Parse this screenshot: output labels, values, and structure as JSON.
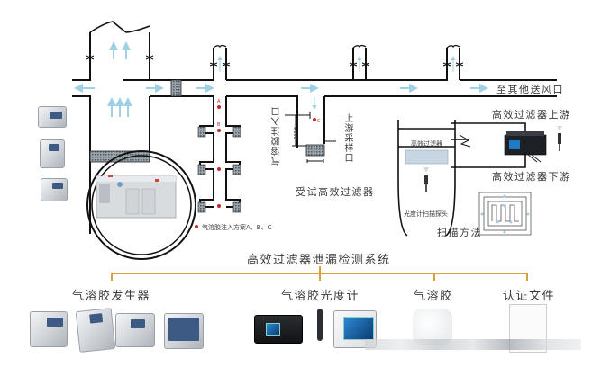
{
  "diagram": {
    "labels": {
      "to_other_outlets": "至其他送风口",
      "hepa_upstream": "高效过滤器上游",
      "hepa_downstream": "高效过滤器下游",
      "aerosol_injection_port": "气溶胶注入口",
      "upstream_sampling_port": "上游采样口",
      "filter_under_test": "受试高效过滤器",
      "injection_scheme_legend": "气溶胶注入方案A、B、C",
      "hepa_filter_box": "高效过滤器",
      "photometer_probe": "光度计扫描探头",
      "scan_method": "扫描方法",
      "dimension_label": "≥10D",
      "point_a": "A",
      "point_b": "B",
      "point_c": "C"
    },
    "colors": {
      "duct_line": "#111111",
      "airflow_arrow": "#9fd0e6",
      "filter_hatch": "#6b7880",
      "injection_point": "#c0282d",
      "tree_line": "#d9a13a"
    }
  },
  "system": {
    "title": "高效过滤器泄漏检测系统",
    "branches": [
      {
        "label": "气溶胶发生器"
      },
      {
        "label": "气溶胶光度计"
      },
      {
        "label": "气溶胶"
      },
      {
        "label": "认证文件"
      }
    ]
  }
}
